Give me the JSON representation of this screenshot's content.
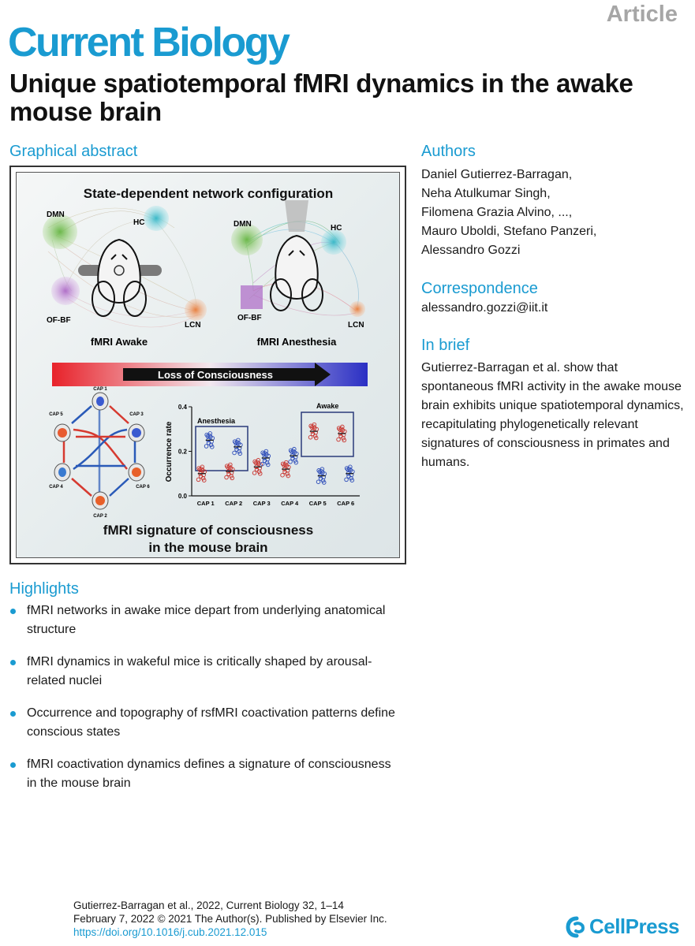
{
  "header": {
    "article_tag": "Article",
    "journal": "Current Biology",
    "title": "Unique spatiotemporal fMRI dynamics in the awake mouse brain"
  },
  "graphical_abstract": {
    "heading": "Graphical abstract",
    "top_title": "State-dependent network configuration",
    "awake_labels": {
      "dmn": "DMN",
      "hc": "HC",
      "ofbf": "OF-BF",
      "lcn": "LCN",
      "caption": "fMRI Awake"
    },
    "anesthesia_labels": {
      "dmn": "DMN",
      "hc": "HC",
      "ofbf": "OF-BF",
      "lcn": "LCN",
      "caption": "fMRI Anesthesia"
    },
    "arrow_label": "Loss of Consciousness",
    "cap_labels": [
      "CAP 1",
      "CAP 2",
      "CAP 3",
      "CAP 4",
      "CAP 5",
      "CAP 6"
    ],
    "bottom_title_line1": "fMRI signature of consciousness",
    "bottom_title_line2": "in the mouse brain"
  },
  "chart_data": {
    "type": "scatter",
    "title": "",
    "xlabel": "",
    "ylabel": "Occurrence rate",
    "categories": [
      "CAP 1",
      "CAP 2",
      "CAP 3",
      "CAP 4",
      "CAP 5",
      "CAP 6"
    ],
    "ylim": [
      0.0,
      0.4
    ],
    "yticks": [
      "0.0",
      "0.2",
      "0.4"
    ],
    "annotations": [
      "Anesthesia",
      "Awake"
    ],
    "series": [
      {
        "color": "#c8322c",
        "mean_values": [
          0.1,
          0.11,
          0.13,
          0.12,
          0.29,
          0.28
        ]
      },
      {
        "color": "#2a4ab8",
        "mean_values": [
          0.25,
          0.22,
          0.17,
          0.18,
          0.09,
          0.1
        ]
      }
    ]
  },
  "authors": {
    "heading": "Authors",
    "lines": [
      "Daniel Gutierrez-Barragan,",
      "Neha Atulkumar Singh,",
      "Filomena Grazia Alvino, ...,",
      "Mauro Uboldi, Stefano Panzeri,",
      "Alessandro Gozzi"
    ]
  },
  "correspondence": {
    "heading": "Correspondence",
    "email": "alessandro.gozzi@iit.it"
  },
  "in_brief": {
    "heading": "In brief",
    "text": "Gutierrez-Barragan et al. show that spontaneous fMRI activity in the awake mouse brain exhibits unique spatiotemporal dynamics, recapitulating phylogenetically relevant signatures of consciousness in primates and humans."
  },
  "highlights": {
    "heading": "Highlights",
    "items": [
      "fMRI networks in awake mice depart from underlying anatomical structure",
      "fMRI dynamics in wakeful mice is critically shaped by arousal-related nuclei",
      "Occurrence and topography of rsfMRI coactivation patterns define conscious states",
      "fMRI coactivation dynamics defines a signature of consciousness in the mouse brain"
    ]
  },
  "citation": {
    "line1": "Gutierrez-Barragan et al., 2022, Current Biology 32, 1–14",
    "line2": "February 7, 2022 © 2021 The Author(s). Published by Elsevier Inc.",
    "doi": "https://doi.org/10.1016/j.cub.2021.12.015"
  },
  "publisher": {
    "name": "CellPress",
    "color": "#1a9bd1"
  }
}
